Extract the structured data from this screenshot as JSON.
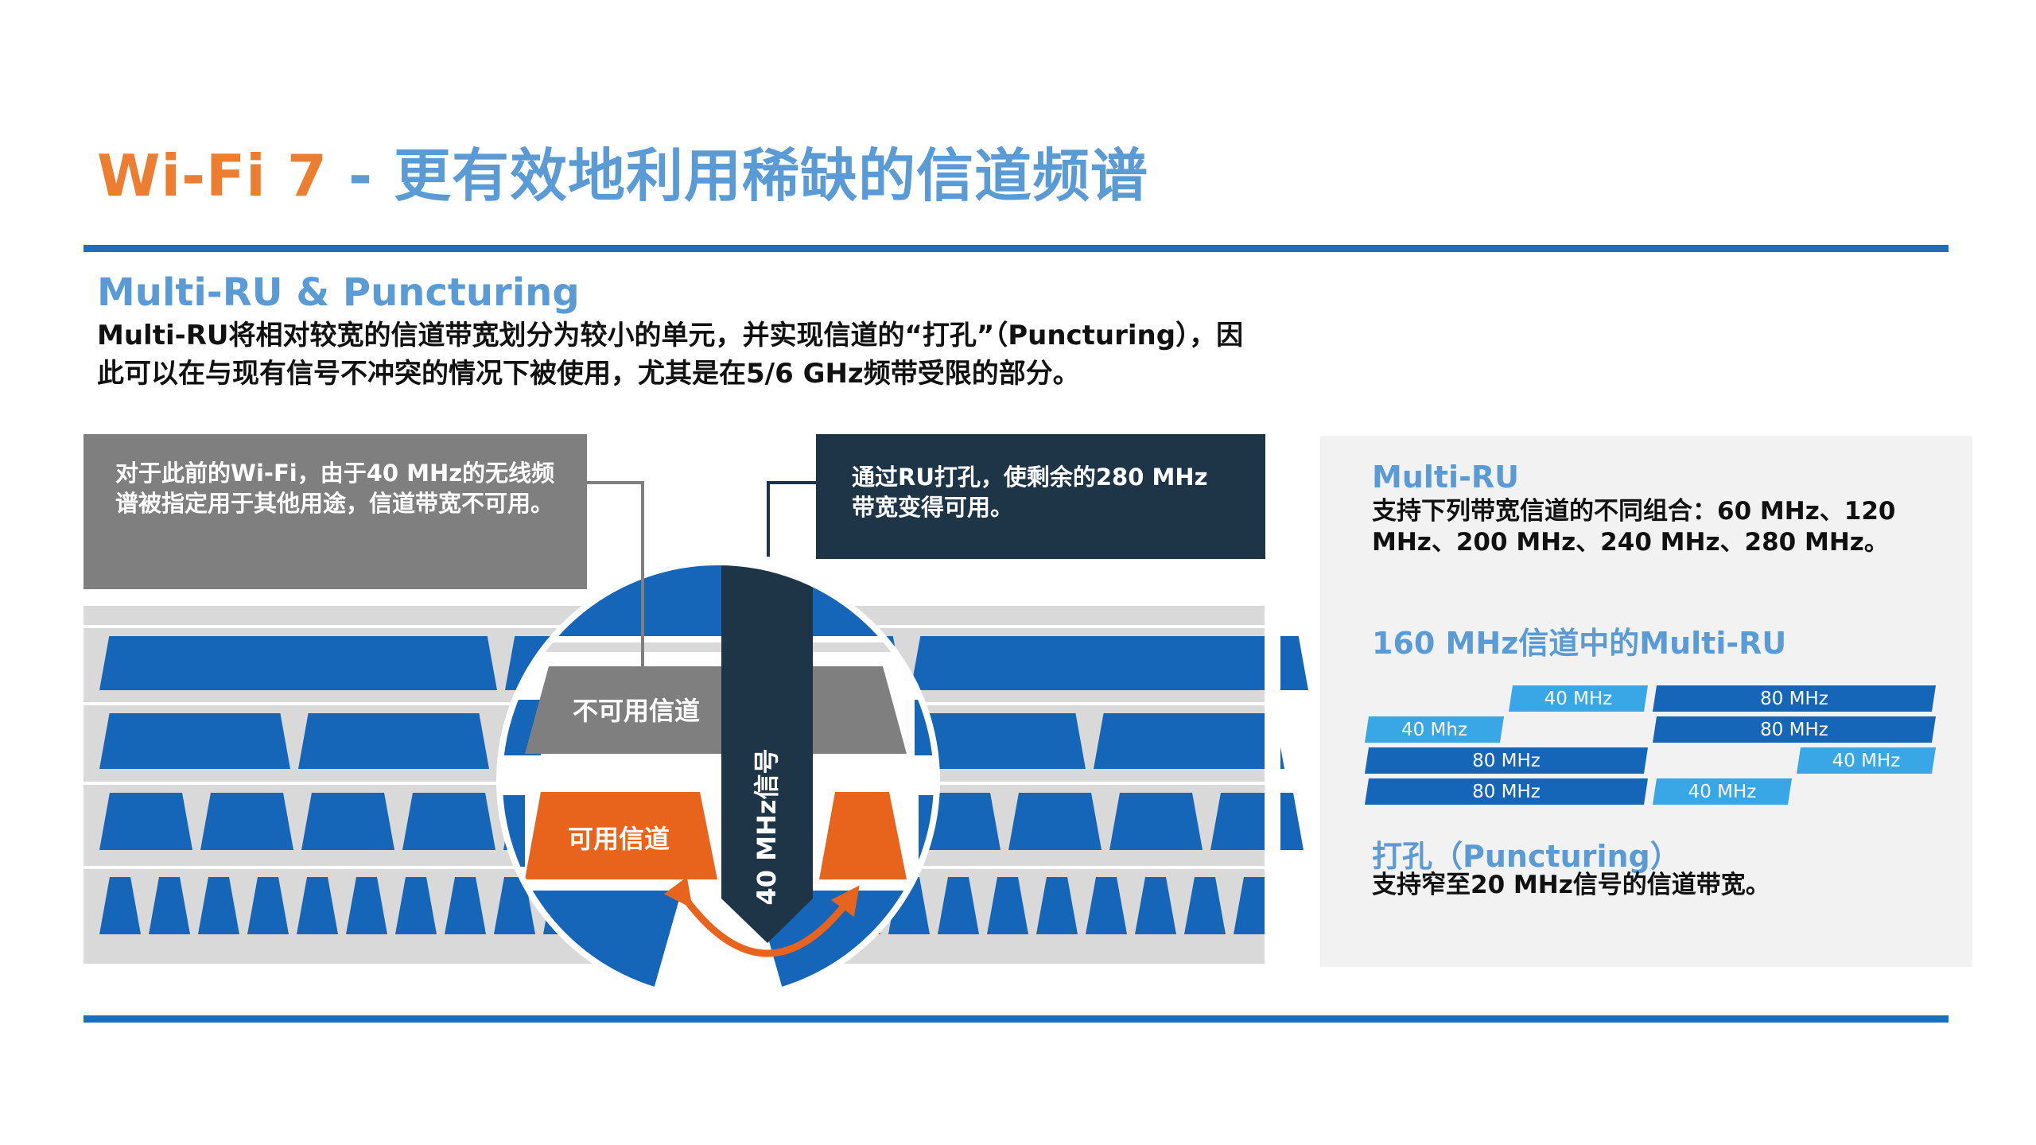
{
  "title": {
    "prefix": "Wi-Fi 7",
    "rest": " - 更有效地利用稀缺的信道频谱"
  },
  "subtitle": "Multi-RU & Puncturing",
  "intro": "Multi-RU将相对较宽的信道带宽划分为较小的单元，并实现信道的“打孔”（Puncturing），因此可以在与现有信号不冲突的情况下被使用，尤其是在5/6 GHz频带受限的部分。",
  "callouts": {
    "left": "对于此前的Wi-Fi，由于40 MHz的无线频谱被指定用于其他用途，信道带宽不可用。",
    "right": "通过RU打孔，使剩余的280 MHz带宽变得可用。"
  },
  "diagram": {
    "unavailable_label": "不可用信道",
    "available_label": "可用信道",
    "signal_label": "40 MHz信号",
    "colors": {
      "blue": "#1565b8",
      "orange": "#e8641c",
      "grey": "#7f7f7f",
      "dark": "#1e3547",
      "band": "#d9d9d9"
    }
  },
  "panel": {
    "multi_ru_heading": "Multi-RU",
    "multi_ru_text": "支持下列带宽信道的不同组合：60 MHz、120 MHz、200 MHz、240 MHz、280 MHz。",
    "chart_heading": "160 MHz信道中的Multi-RU",
    "bars": [
      {
        "label": "40 MHz",
        "row": 0,
        "start": 1,
        "span": 1,
        "color": "#39a6e6"
      },
      {
        "label": "80 MHz",
        "row": 0,
        "start": 2,
        "span": 2,
        "color": "#1565b8"
      },
      {
        "label": "40 Mhz",
        "row": 1,
        "start": 0,
        "span": 1,
        "color": "#39a6e6"
      },
      {
        "label": "80 MHz",
        "row": 1,
        "start": 2,
        "span": 2,
        "color": "#1565b8"
      },
      {
        "label": "80 MHz",
        "row": 2,
        "start": 0,
        "span": 2,
        "color": "#1565b8"
      },
      {
        "label": "40 MHz",
        "row": 2,
        "start": 3,
        "span": 1,
        "color": "#39a6e6"
      },
      {
        "label": "80 MHz",
        "row": 3,
        "start": 0,
        "span": 2,
        "color": "#1565b8"
      },
      {
        "label": "40 MHz",
        "row": 3,
        "start": 2,
        "span": 1,
        "color": "#39a6e6"
      }
    ],
    "puncturing_heading": "打孔（Puncturing）",
    "puncturing_text": "支持窄至20 MHz信号的信道带宽。"
  }
}
